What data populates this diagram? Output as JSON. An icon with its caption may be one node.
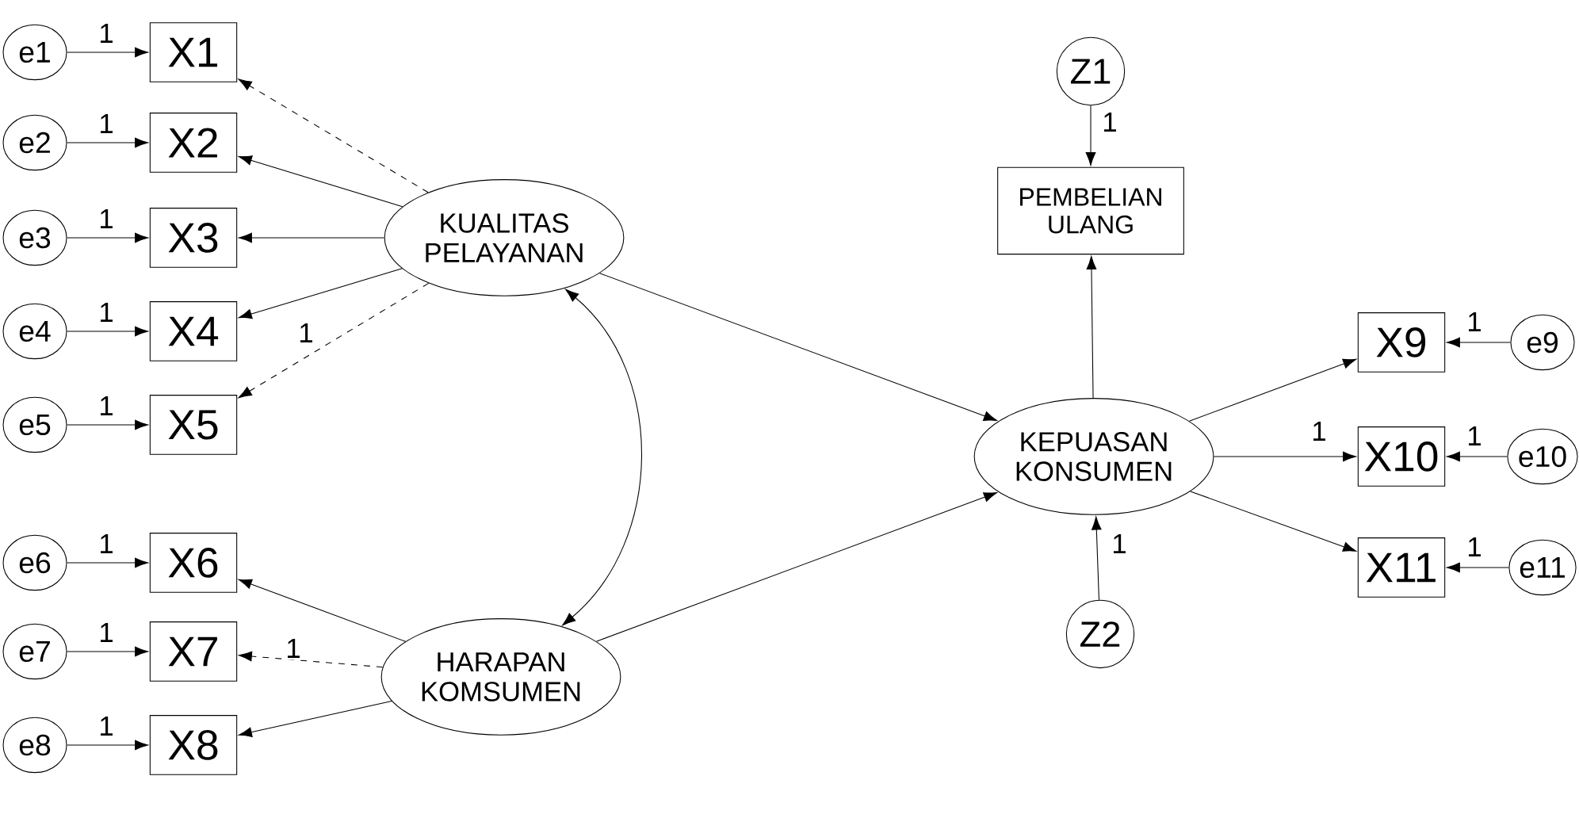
{
  "diagram": {
    "nodes": [
      {
        "text": [
          "e1"
        ]
      },
      {
        "text": [
          "e2"
        ]
      },
      {
        "text": [
          "e3"
        ]
      },
      {
        "text": [
          "e4"
        ]
      },
      {
        "text": [
          "e5"
        ]
      },
      {
        "text": [
          "e6"
        ]
      },
      {
        "text": [
          "e7"
        ]
      },
      {
        "text": [
          "e8"
        ]
      },
      {
        "text": [
          "X1"
        ]
      },
      {
        "text": [
          "X2"
        ]
      },
      {
        "text": [
          "X3"
        ]
      },
      {
        "text": [
          "X4"
        ]
      },
      {
        "text": [
          "X5"
        ]
      },
      {
        "text": [
          "X6"
        ]
      },
      {
        "text": [
          "X7"
        ]
      },
      {
        "text": [
          "X8"
        ]
      },
      {
        "text": [
          "KUALITAS PELAYANAN"
        ]
      },
      {
        "text": [
          "HARAPAN KOMSUMEN"
        ]
      },
      {
        "text": [
          "Z1"
        ]
      },
      {
        "text": [
          "PEMBELIAN ULANG"
        ]
      },
      {
        "text": [
          "KEPUASAN KONSUMEN"
        ]
      },
      {
        "text": [
          "Z2"
        ]
      },
      {
        "text": [
          "X9"
        ]
      },
      {
        "text": [
          "X10"
        ]
      },
      {
        "text": [
          "X11"
        ]
      },
      {
        "text": [
          "e9"
        ]
      },
      {
        "text": [
          "e10"
        ]
      },
      {
        "text": [
          "e11"
        ]
      }
    ],
    "edges": [
      {
        "from": 0,
        "to": 8,
        "arrow": "to",
        "label": "1"
      },
      {
        "from": 1,
        "to": 9,
        "arrow": "to",
        "label": "1"
      },
      {
        "from": 2,
        "to": 10,
        "arrow": "to",
        "label": "1"
      },
      {
        "from": 3,
        "to": 11,
        "arrow": "to",
        "label": "1"
      },
      {
        "from": 4,
        "to": 12,
        "arrow": "to",
        "label": "1"
      },
      {
        "from": 5,
        "to": 13,
        "arrow": "to",
        "label": "1"
      },
      {
        "from": 6,
        "to": 14,
        "arrow": "to",
        "label": "1"
      },
      {
        "from": 7,
        "to": 15,
        "arrow": "to",
        "label": "1"
      },
      {
        "from": 16,
        "to": 8,
        "arrow": "to",
        "style": "dashed"
      },
      {
        "from": 16,
        "to": 9,
        "arrow": "to"
      },
      {
        "from": 16,
        "to": 10,
        "arrow": "to"
      },
      {
        "from": 16,
        "to": 11,
        "arrow": "to",
        "label": "1"
      },
      {
        "from": 16,
        "to": 12,
        "arrow": "to",
        "style": "dashed"
      },
      {
        "from": 17,
        "to": 13,
        "arrow": "to"
      },
      {
        "from": 17,
        "to": 14,
        "arrow": "to",
        "label": "1",
        "style": "dashed"
      },
      {
        "from": 17,
        "to": 15,
        "arrow": "to"
      },
      {
        "from": 16,
        "to": 17,
        "arrow": "both"
      },
      {
        "from": 16,
        "to": 20,
        "arrow": "to"
      },
      {
        "from": 17,
        "to": 20,
        "arrow": "to"
      },
      {
        "from": 18,
        "to": 19,
        "arrow": "to",
        "label": "1"
      },
      {
        "from": 20,
        "to": 19,
        "arrow": "to"
      },
      {
        "from": 21,
        "to": 20,
        "arrow": "to",
        "label": "1"
      },
      {
        "from": 20,
        "to": 22,
        "arrow": "to"
      },
      {
        "from": 20,
        "to": 23,
        "arrow": "to",
        "label": "1"
      },
      {
        "from": 20,
        "to": 24,
        "arrow": "to"
      },
      {
        "from": 25,
        "to": 22,
        "arrow": "to",
        "label": "1"
      },
      {
        "from": 26,
        "to": 23,
        "arrow": "to",
        "label": "1"
      },
      {
        "from": 27,
        "to": 24,
        "arrow": "to",
        "label": "1"
      }
    ]
  }
}
